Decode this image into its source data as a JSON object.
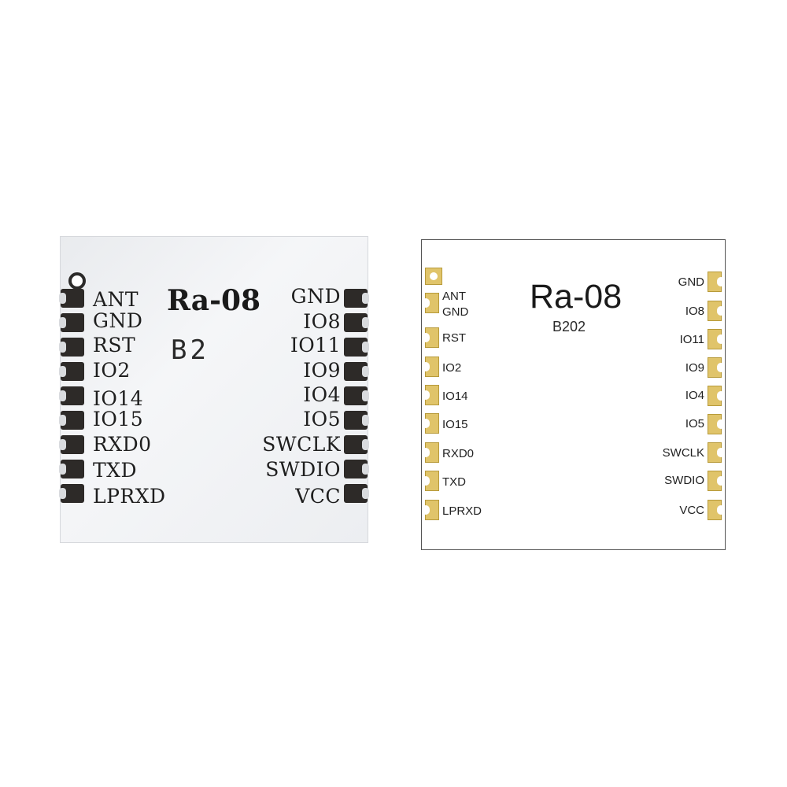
{
  "photo": {
    "title": "Ra-08",
    "code": "B2   ",
    "left_pins": [
      "ANT",
      "GND",
      "RST",
      "IO2",
      "IO14",
      "IO15",
      "RXD0",
      "TXD",
      "LPRXD"
    ],
    "right_pins": [
      "GND",
      "IO8",
      "IO11",
      "IO9",
      "IO4",
      "IO5",
      "SWCLK",
      "SWDIO",
      "VCC"
    ]
  },
  "drawing": {
    "title": "Ra-08",
    "code": "B202",
    "left_pins": [
      "ANT",
      "GND",
      "RST",
      "IO2",
      "IO14",
      "IO15",
      "RXD0",
      "TXD",
      "LPRXD"
    ],
    "right_pins": [
      "GND",
      "IO8",
      "IO11",
      "IO9",
      "IO4",
      "IO5",
      "SWCLK",
      "SWDIO",
      "VCC"
    ]
  },
  "colors": {
    "pad_gold": "#e0c46a",
    "castellation_dark": "#2d2a28",
    "shield_silver": "#eceef1"
  }
}
